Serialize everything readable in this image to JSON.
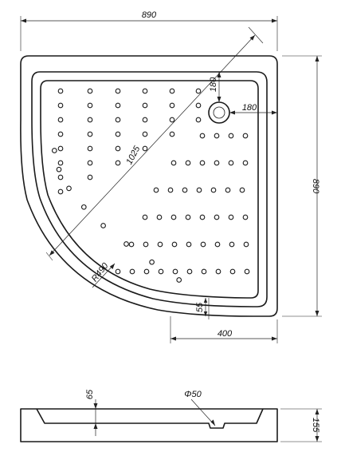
{
  "drawing": {
    "plan_view": {
      "dimensions": {
        "top_width": "890",
        "right_height": "890",
        "diagonal": "1025",
        "drain_offset_vertical": "180",
        "drain_offset_horizontal": "180",
        "radius": "R490",
        "rim_width": "55",
        "straight_side": "400"
      }
    },
    "side_view": {
      "dimensions": {
        "depth": "65",
        "drain_diameter": "Φ50",
        "height": "155"
      }
    }
  }
}
